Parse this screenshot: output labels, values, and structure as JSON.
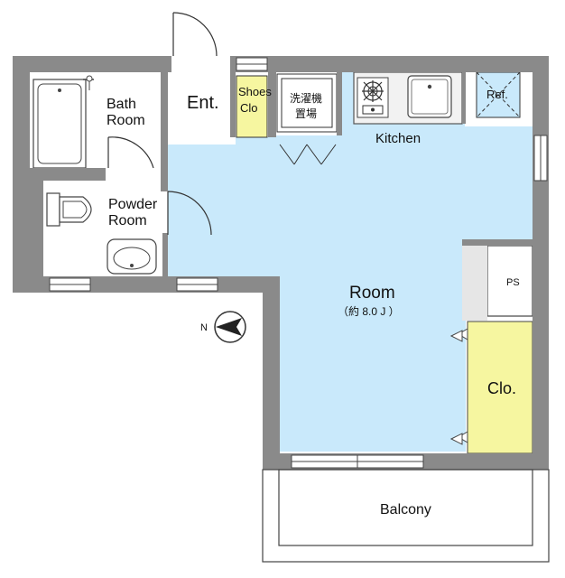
{
  "rooms": {
    "bath": {
      "line1": "Bath",
      "line2": "Room"
    },
    "entrance": "Ent.",
    "shoes": {
      "line1": "Shoes",
      "line2": "Clo"
    },
    "washer": {
      "line1": "洗濯機",
      "line2": "置場"
    },
    "refrigerator": "Ref.",
    "kitchen": "Kitchen",
    "powder": {
      "line1": "Powder",
      "line2": "Room"
    },
    "main": {
      "name": "Room",
      "size": "（約 8.0 J ）"
    },
    "pipe_space": "PS",
    "closet": "Clo.",
    "balcony": "Balcony"
  },
  "compass": {
    "label": "N"
  },
  "colors": {
    "wall": "#8a8a8a",
    "room": "#c9e9fb",
    "closet": "#f6f6a0",
    "shoes": "#f6f6a0",
    "kitchen_counter": "#f2f2f2"
  }
}
